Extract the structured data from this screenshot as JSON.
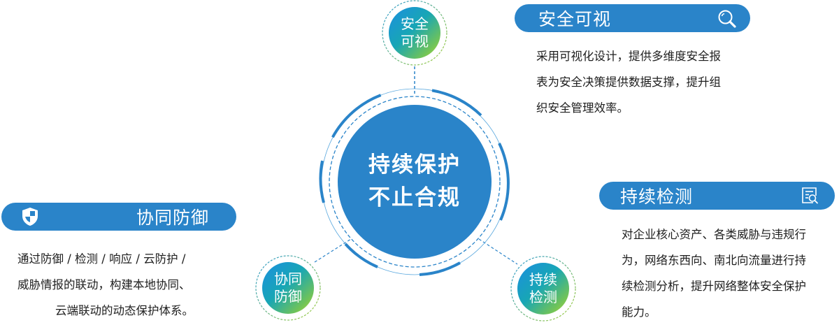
{
  "center": {
    "line1": "持续保护",
    "line2": "不止合规"
  },
  "nodes": {
    "top": {
      "line1": "安全",
      "line2": "可视"
    },
    "left": {
      "line1": "协同",
      "line2": "防御"
    },
    "right": {
      "line1": "持续",
      "line2": "检测"
    }
  },
  "panels": {
    "visibility": {
      "title": "安全可视",
      "icon": "search-icon",
      "lines": [
        "采用可视化设计，提供多维度安全报",
        "表为安全决策提供数据支撑，提升组",
        "织安全管理效率。"
      ]
    },
    "detection": {
      "title": "持续检测",
      "icon": "document-search-icon",
      "lines": [
        "对企业核心资产、各类威胁与违规行",
        "为，网络东西向、南北向流量进行持",
        "续检测分析，提升网络整体安全保护",
        "能力。"
      ]
    },
    "defense": {
      "title": "协同防御",
      "icon": "shield-icon",
      "lines": [
        "通过防御 / 检测 / 响应 / 云防护 /",
        "威胁情报的联动，构建本地协同、",
        "云端联动的动态保护体系。"
      ]
    }
  },
  "colors": {
    "primary_blue": "#2a84c9",
    "gradient_start": "#1b8fe0",
    "gradient_end": "#b6d832",
    "text": "#1e1e1e"
  }
}
